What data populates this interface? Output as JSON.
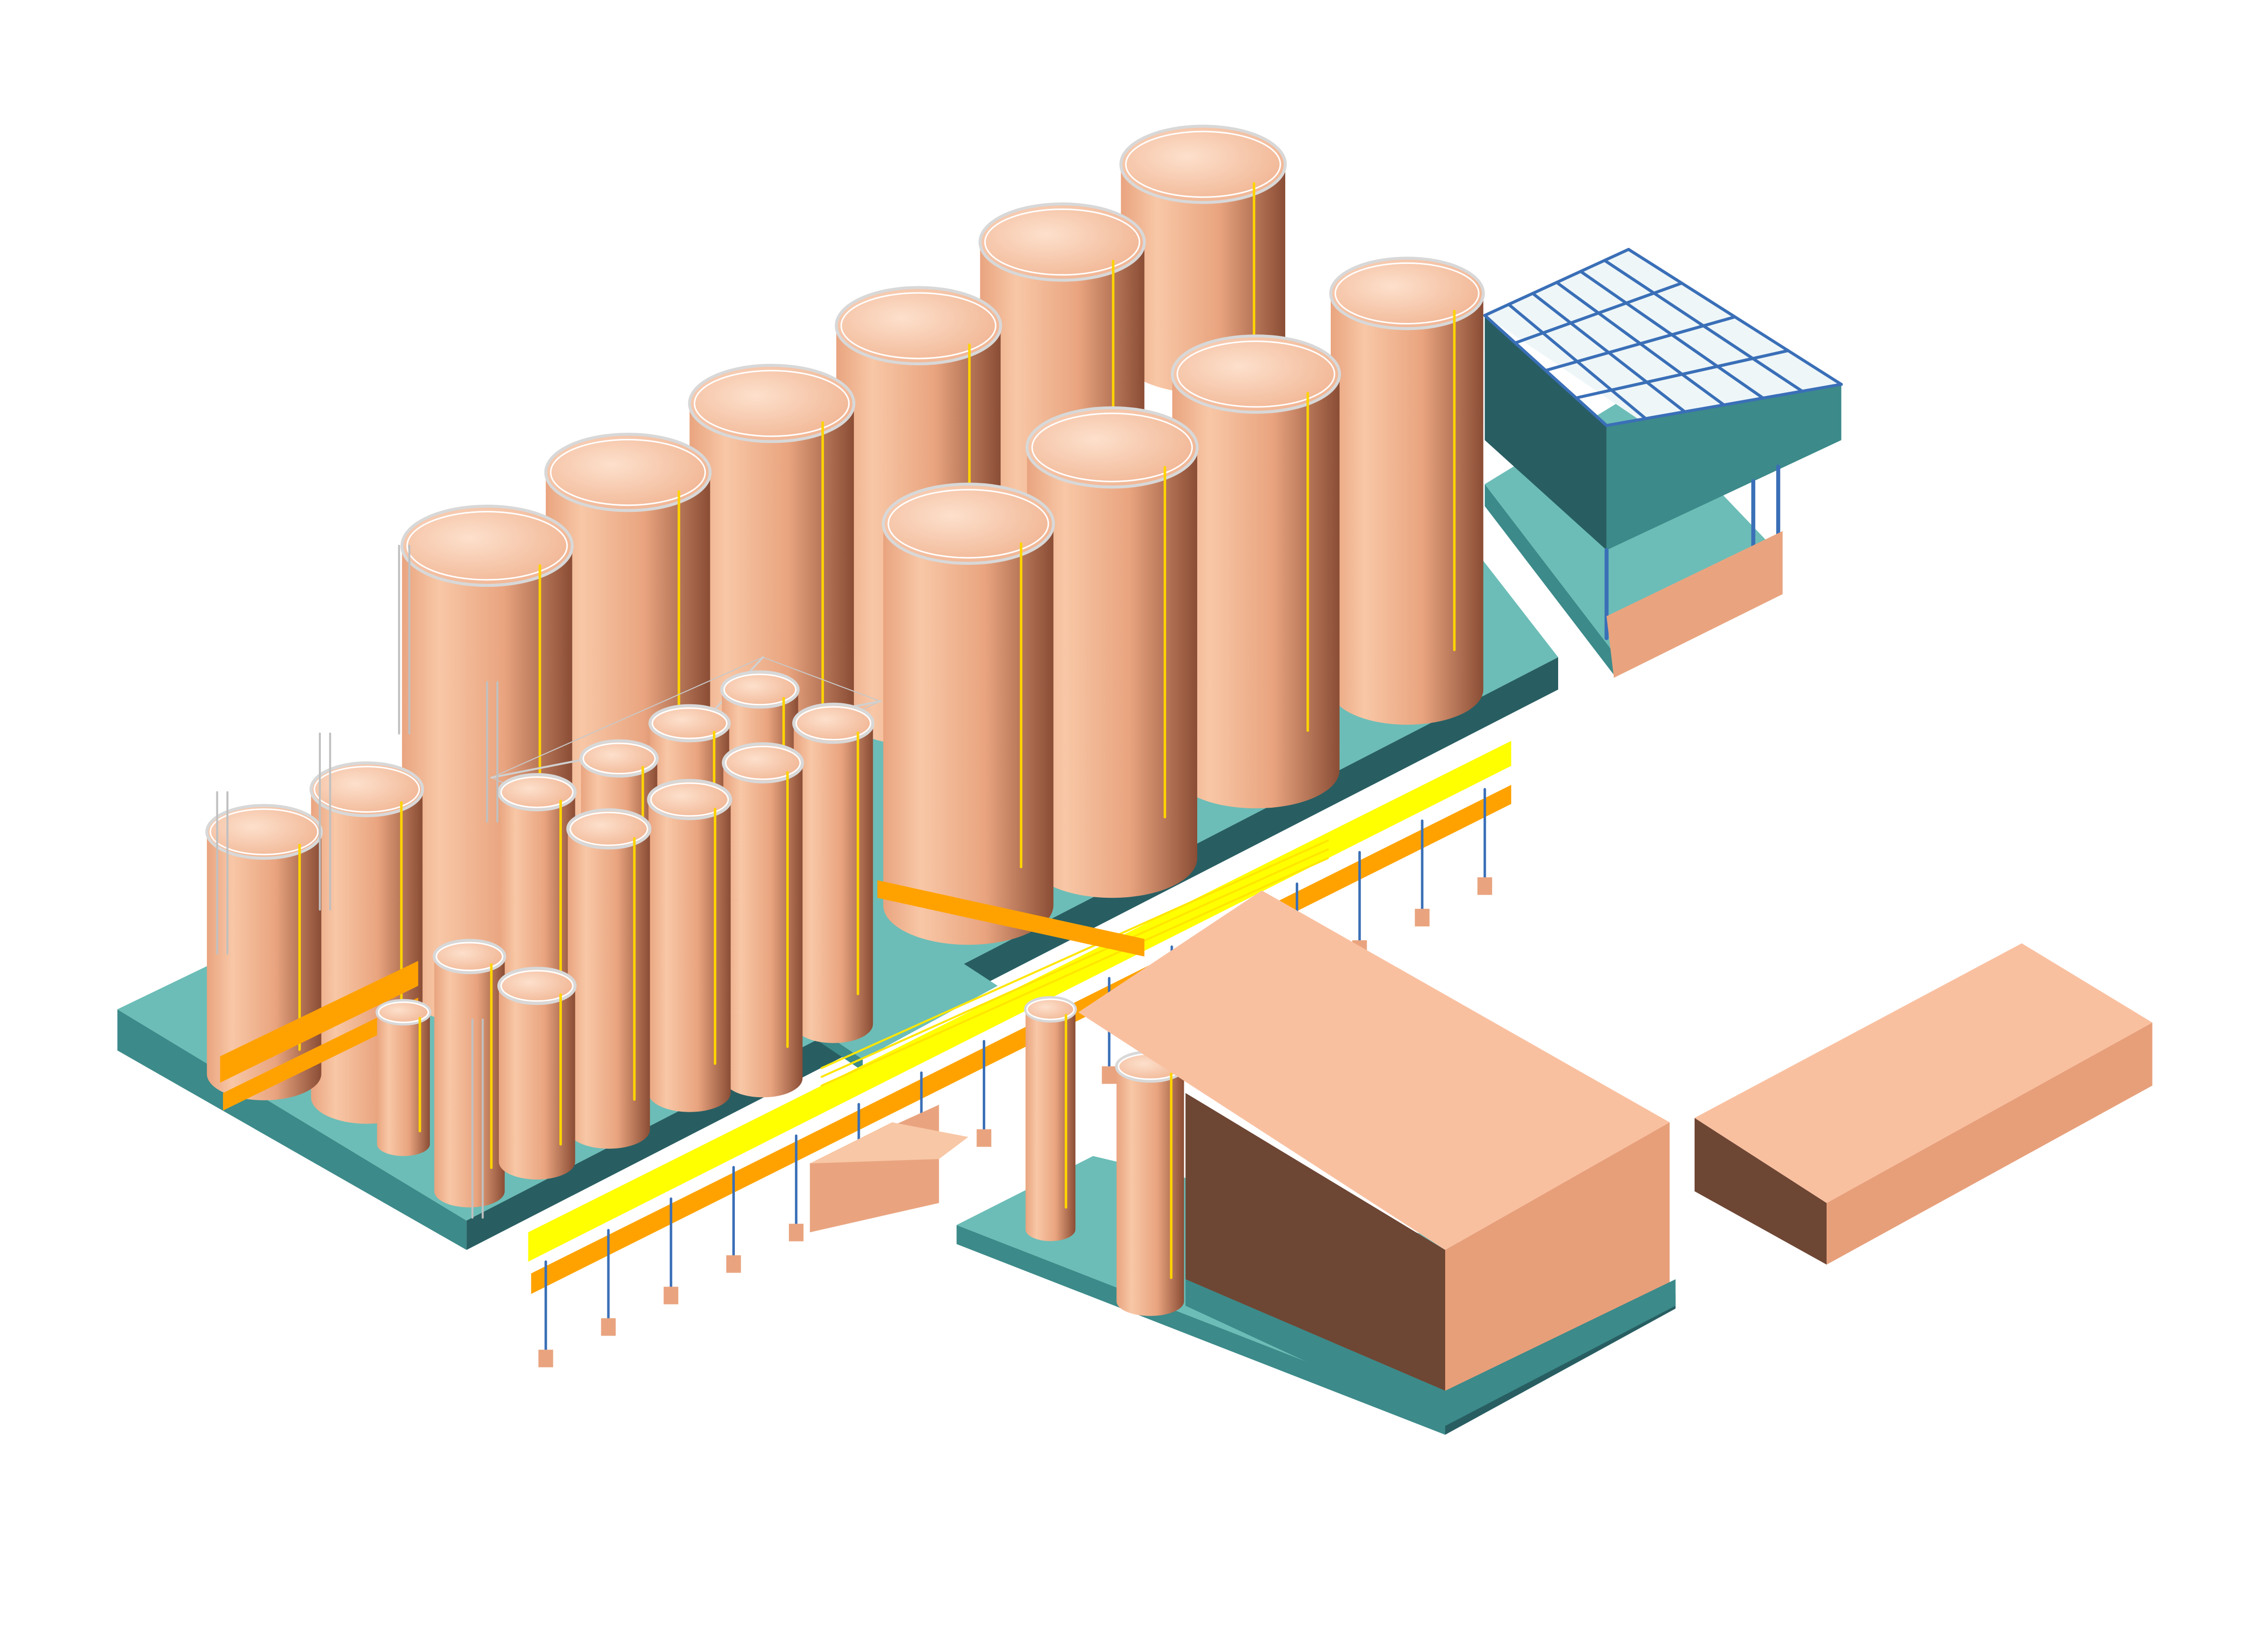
{
  "scene": {
    "kind": "isometric-3d-plant-model",
    "background_color": "#ffffff"
  },
  "colors": {
    "tank_light": "#f8c7a6",
    "tank_mid": "#e9a47f",
    "tank_dark": "#8a4d35",
    "tank_top": "#f0b28f",
    "building_top": "#f9c0a0",
    "building_left": "#6e4634",
    "building_right": "#e79f7a",
    "slab_top": "#6cbdb7",
    "slab_side": "#3c8a8a",
    "slab_dark": "#285e62",
    "piperack_yellow": "#ffff00",
    "piperack_orange": "#ffa200",
    "steel_blue": "#3a6fb7",
    "handrail": "#d8d8d8",
    "pipe_yellow": "#ffd400"
  },
  "components": {
    "large_tanks": 12,
    "small_vessels": 12,
    "buildings": 2,
    "pipe_racks": 2,
    "steel_structures": 1
  }
}
